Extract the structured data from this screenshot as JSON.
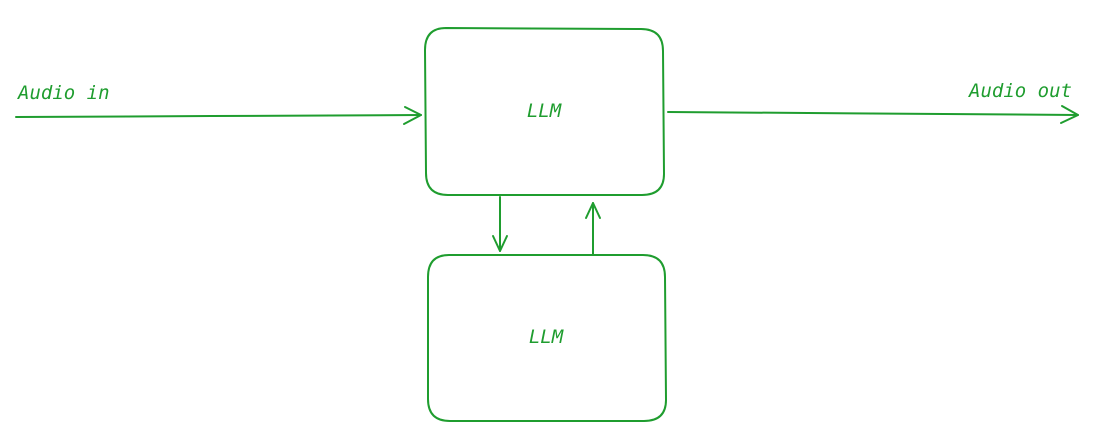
{
  "diagram": {
    "stroke_color": "#1f9d2f",
    "background_color": "#ffffff",
    "input_label": "Audio in",
    "output_label": "Audio out",
    "top_box": {
      "label": "LLM"
    },
    "bottom_box": {
      "label": "LLM"
    }
  }
}
